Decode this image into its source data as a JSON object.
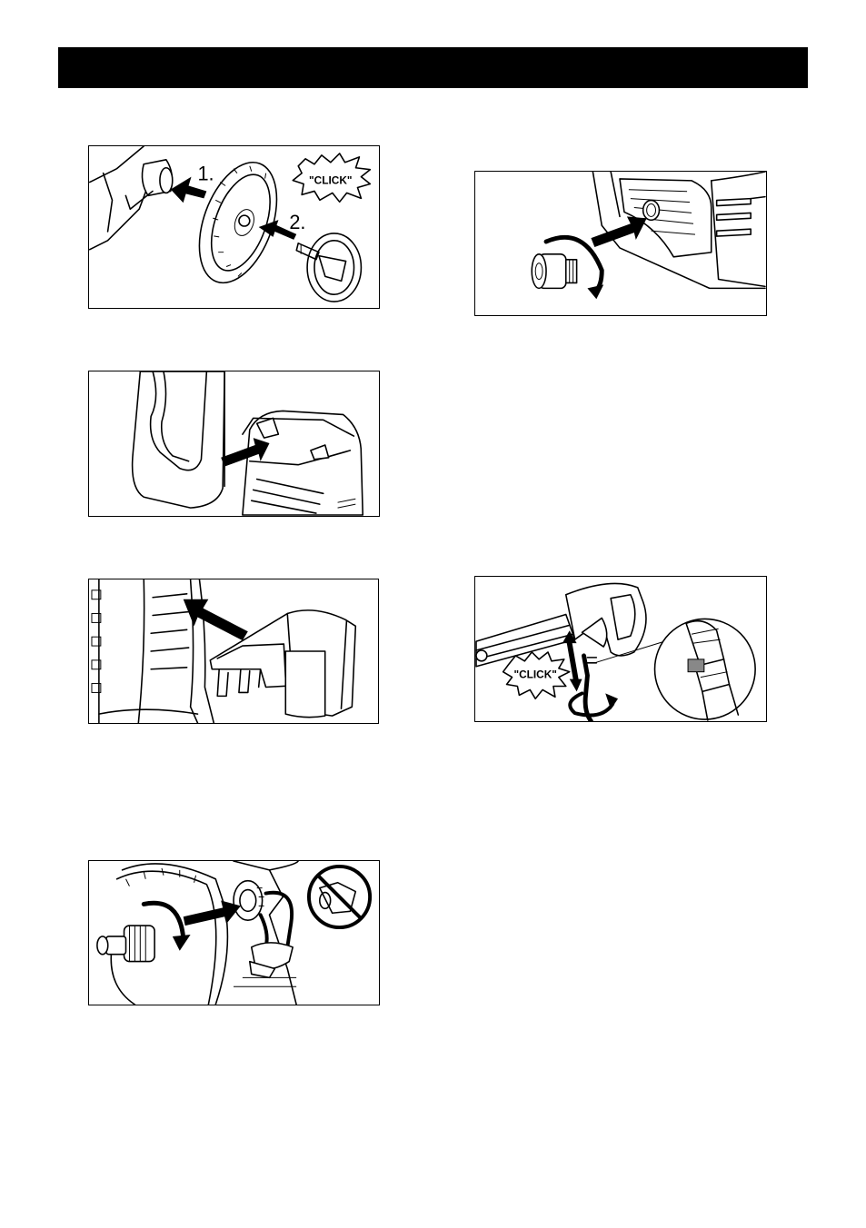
{
  "header": {
    "title": ""
  },
  "figures": {
    "wheel_assembly": {
      "step1": "1.",
      "step2": "2.",
      "sound": "\"CLICK\""
    },
    "trigger_gun": {
      "sound": "\"CLICK\""
    }
  },
  "colors": {
    "ink": "#000000",
    "paper": "#ffffff"
  }
}
